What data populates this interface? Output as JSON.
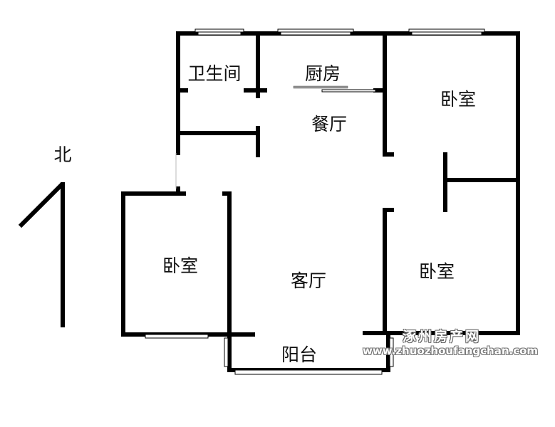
{
  "north_label": "北",
  "rooms": {
    "bathroom": "卫生间",
    "kitchen": "厨房",
    "dining": "餐厅",
    "bedroom_ne": "卧室",
    "bedroom_w": "卧室",
    "living": "客厅",
    "bedroom_se": "卧室",
    "balcony": "阳台"
  },
  "watermark": {
    "name": "涿州房产网",
    "url": "www.zhuozhoufangchan.com"
  }
}
